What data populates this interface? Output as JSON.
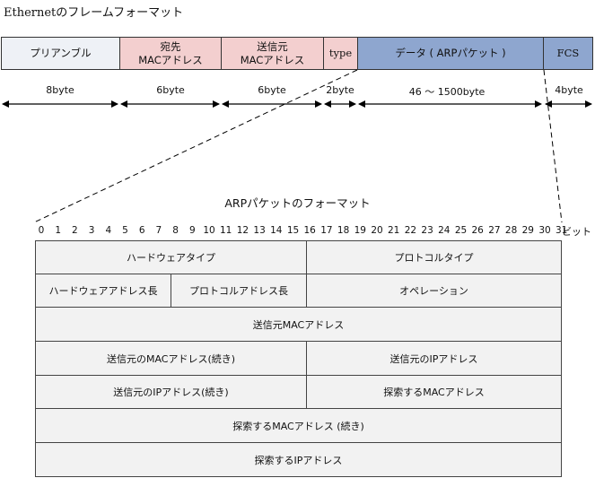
{
  "ethernet": {
    "title": "Ethernetのフレームフォーマット",
    "fields": [
      {
        "label": "プリアンブル",
        "color": "#eef1f6"
      },
      {
        "label": "宛先\nMACアドレス",
        "color": "#f3cfcf"
      },
      {
        "label": "送信元\nMACアドレス",
        "color": "#f3cfcf"
      },
      {
        "label": "type",
        "color": "#f3cfcf"
      },
      {
        "label": "データ ( ARPパケット )",
        "color": "#8ea6cf"
      },
      {
        "label": "FCS",
        "color": "#8ea6cf"
      }
    ],
    "sizes": [
      "8byte",
      "6byte",
      "6byte",
      "2byte",
      "46 〜 1500byte",
      "4byte"
    ]
  },
  "arp": {
    "title": "ARPパケットのフォーマット",
    "bits": [
      "0",
      "1",
      "2",
      "3",
      "4",
      "5",
      "6",
      "7",
      "8",
      "9",
      "10",
      "11",
      "12",
      "13",
      "14",
      "15",
      "16",
      "17",
      "18",
      "19",
      "20",
      "21",
      "22",
      "23",
      "24",
      "25",
      "26",
      "27",
      "28",
      "29",
      "30",
      "31"
    ],
    "bit_unit": "ビット",
    "rows": [
      [
        "ハードウェアタイプ",
        "プロトコルタイプ"
      ],
      [
        "ハードウェアアドレス長",
        "プロトコルアドレス長",
        "オペレーション"
      ],
      [
        "送信元MACアドレス"
      ],
      [
        "送信元のMACアドレス(続き)",
        "送信元のIPアドレス"
      ],
      [
        "送信元のIPアドレス(続き)",
        "探索するMACアドレス"
      ],
      [
        "探索するMACアドレス (続き)"
      ],
      [
        "探索するIPアドレス"
      ]
    ]
  }
}
